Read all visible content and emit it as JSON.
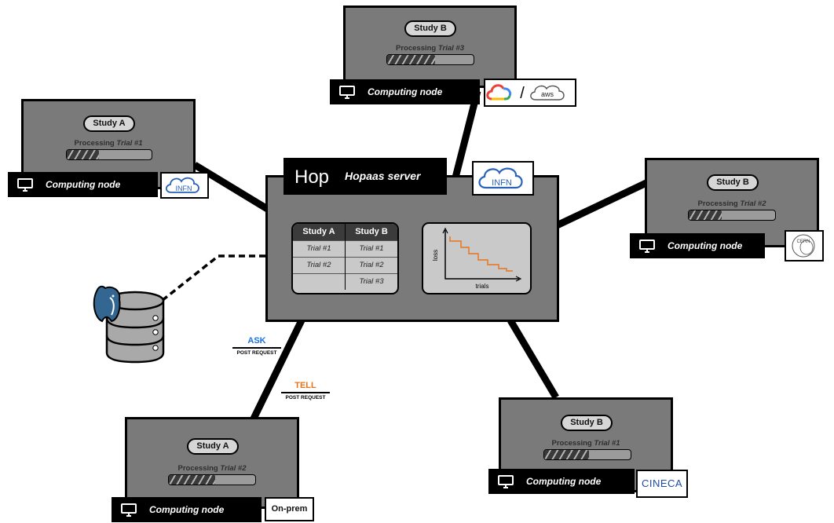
{
  "server": {
    "title": "Hopaas server",
    "logo_text": "Hop",
    "provider_logo": "INFN"
  },
  "studies_table": {
    "columns": [
      "Study A",
      "Study B"
    ],
    "rows": [
      [
        "Trial #1",
        "Trial #1"
      ],
      [
        "Trial #2",
        "Trial #2"
      ],
      [
        "",
        "Trial #3"
      ]
    ]
  },
  "loss_plot": {
    "ylabel": "loss",
    "xlabel": "trials"
  },
  "nodes": [
    {
      "study": "Study A",
      "processing_prefix": "Processing",
      "trial": "Trial #1",
      "progress": 0.38,
      "label": "Computing node",
      "provider": "INFN"
    },
    {
      "study": "Study B",
      "processing_prefix": "Processing",
      "trial": "Trial #3",
      "progress": 0.55,
      "label": "Computing node",
      "provider": "/"
    },
    {
      "study": "Study B",
      "processing_prefix": "Processing",
      "trial": "Trial #2",
      "progress": 0.38,
      "label": "Computing node",
      "provider": "CERN"
    },
    {
      "study": "Study B",
      "processing_prefix": "Processing",
      "trial": "Trial #1",
      "progress": 0.52,
      "label": "Computing node",
      "provider": "CINECA"
    },
    {
      "study": "Study A",
      "processing_prefix": "Processing",
      "trial": "Trial #2",
      "progress": 0.54,
      "label": "Computing node",
      "provider": "On-prem"
    }
  ],
  "provider_logos": {
    "aws": "aws",
    "cern": "CERN",
    "infn_small": "INFN"
  },
  "ask": {
    "label": "ASK",
    "request": "POST REQUEST",
    "color": "#1a73e8"
  },
  "tell": {
    "label": "TELL",
    "request": "POST REQUEST",
    "color": "#e8731a"
  },
  "icons": [
    "monitor-icon",
    "database-icon",
    "postgresql-elephant-icon",
    "google-cloud-icon",
    "aws-cloud-icon",
    "infn-cloud-icon",
    "cern-icon"
  ],
  "colors": {
    "node_fill": "#7a7a7a",
    "label_fill": "#000000",
    "plot_line": "#e8731a"
  }
}
